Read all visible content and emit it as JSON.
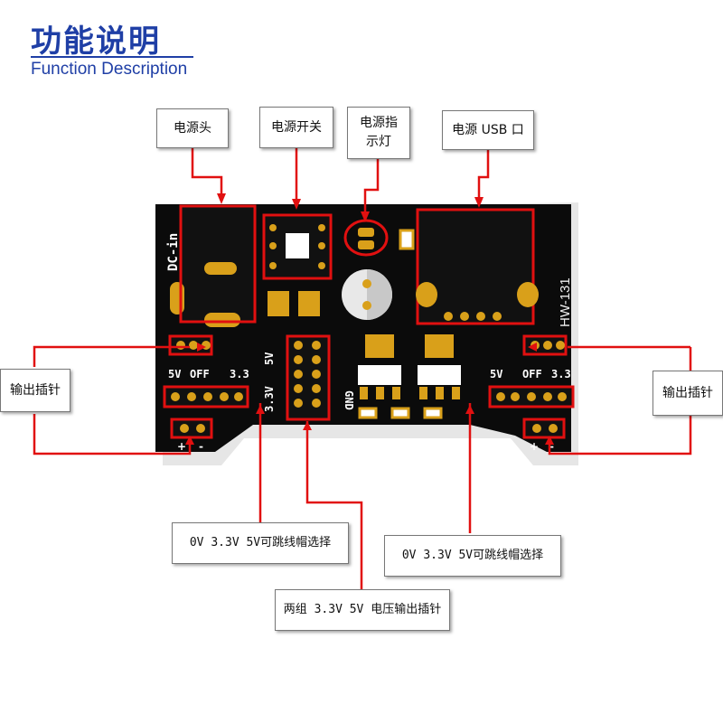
{
  "header": {
    "title": "功能说明",
    "subtitle": "Function Description"
  },
  "callouts": {
    "dc_jack": "电源头",
    "power_switch": "电源开关",
    "power_led": "电源指示灯",
    "usb_port": "电源 USB 口",
    "output_pins_left": "输出插针",
    "output_pins_right": "输出插针",
    "jumper_left": "0V 3.3V 5V可跳线帽选择",
    "jumper_right": "0V 3.3V 5V可跳线帽选择",
    "dual_output": "两组 3.3V 5V 电压输出插针"
  },
  "board": {
    "dc_in_label": "DC-in",
    "model": "HW-131",
    "left_header_labels": [
      "5V",
      "OFF",
      "3.3"
    ],
    "right_header_labels": [
      "5V",
      "OFF",
      "3.3"
    ],
    "center_labels": {
      "top": "5V",
      "bottom": "3.3V",
      "gnd": "GND"
    },
    "plus": "+",
    "minus": "-"
  },
  "colors": {
    "pcb": "#0b0b0b",
    "gold": "#d9a01a",
    "highlight": "#e11010",
    "title": "#1f3fa6"
  }
}
